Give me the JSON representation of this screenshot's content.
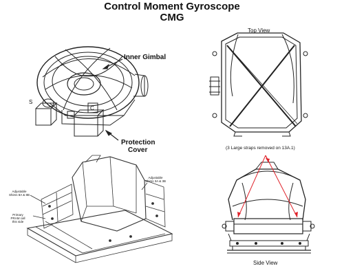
{
  "title_line1": "Control Moment Gyroscope",
  "title_line2": "CMG",
  "labels": {
    "inner_gimbal": "Inner Gimbal",
    "protection_cover_1": "Protection",
    "protection_cover_2": "Cover",
    "top_view": "Top View",
    "side_view": "Side View",
    "straps_note": "(3 Large straps removed on 13A.1)",
    "shims_left_1": "Adjustable",
    "shims_left_2": "Shims 8A & 8B",
    "shims_right_1": "Adjustable",
    "shims_right_2": "Shims 3A & 3B",
    "primary_1": "Primary",
    "primary_2": "PRAM call",
    "primary_3": "this side",
    "letter_s": "S",
    "letter_c": "C"
  }
}
